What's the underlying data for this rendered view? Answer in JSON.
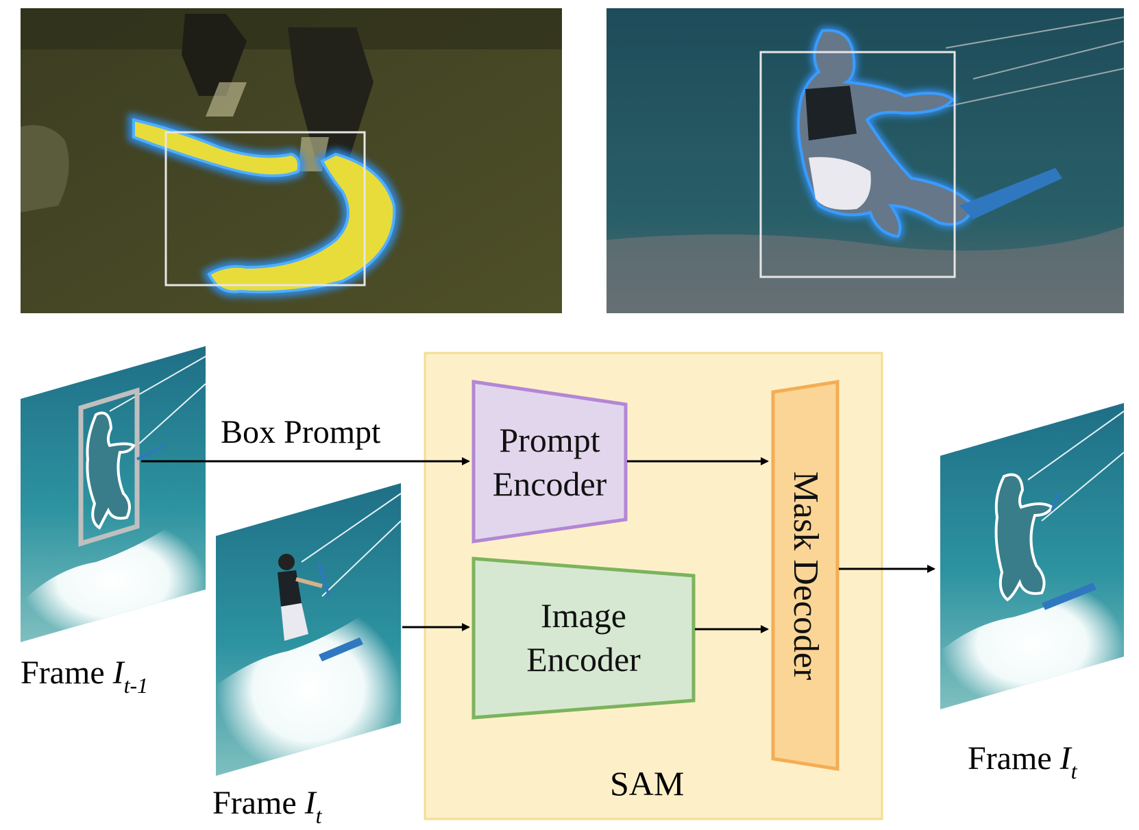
{
  "labels": {
    "box_prompt": "Box Prompt",
    "prompt_encoder_l1": "Prompt",
    "prompt_encoder_l2": "Encoder",
    "image_encoder_l1": "Image",
    "image_encoder_l2": "Encoder",
    "mask_decoder": "Mask Decoder",
    "sam": "SAM",
    "frame_prefix": "Frame",
    "frame_prev_var": "I",
    "frame_prev_sub": "t-1",
    "frame_cur_var": "I",
    "frame_cur_sub": "t",
    "frame_out_var": "I",
    "frame_out_sub": "t"
  },
  "colors": {
    "sam_bg": "#fdf0c8",
    "sam_border": "#f5dd90",
    "prompt_fill": "#e2d6ec",
    "prompt_stroke": "#b386d6",
    "image_fill": "#d6e8d2",
    "image_stroke": "#7cb35e",
    "decoder_fill": "#fbd596",
    "decoder_stroke": "#f4ad55",
    "mask_glow": "#2f8ff0",
    "snake_yellow": "#e8dc3a"
  }
}
